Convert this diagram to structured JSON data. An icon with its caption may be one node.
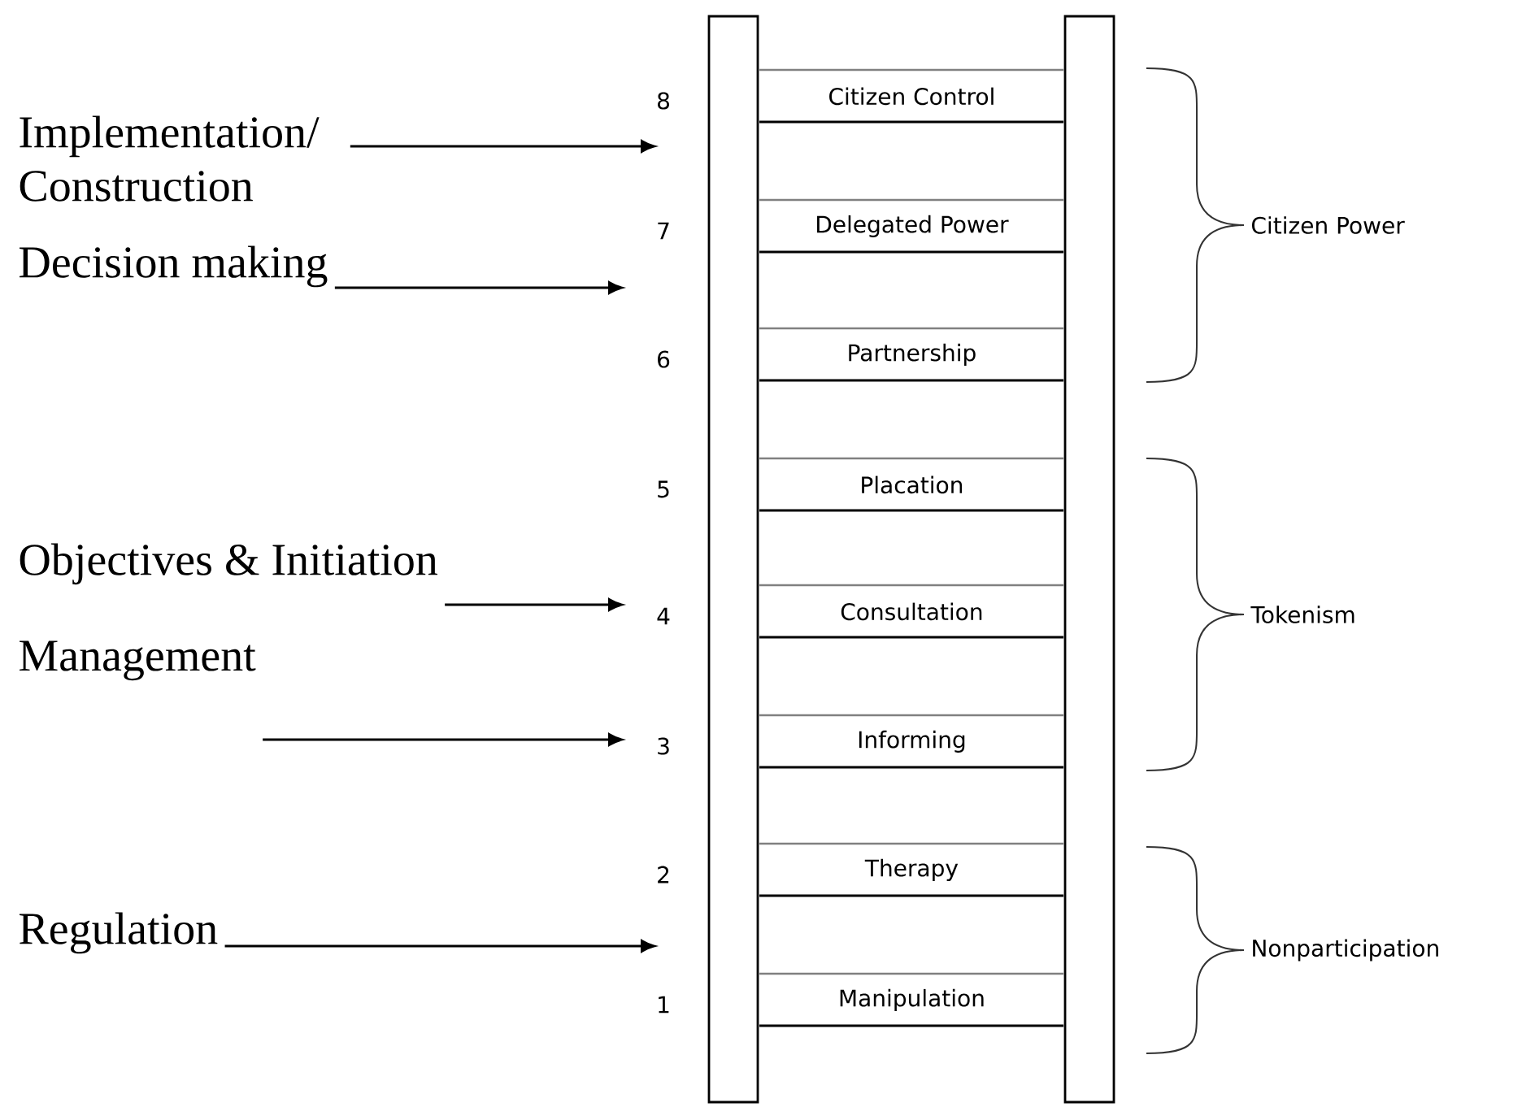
{
  "diagram": {
    "nodes": [
      {
        "text": [
          "Implementation/ Construction"
        ]
      },
      {
        "text": [
          "Decision making"
        ]
      },
      {
        "text": [
          "Objectives & Initiation"
        ]
      },
      {
        "text": [
          "Management"
        ]
      },
      {
        "text": [
          "Regulation"
        ]
      },
      {
        "text": [
          "Citizen Control"
        ],
        "beside": [
          "8"
        ]
      },
      {
        "text": [
          "Delegated Power"
        ],
        "beside": [
          "7"
        ]
      },
      {
        "text": [
          "Partnership"
        ],
        "beside": [
          "6"
        ]
      },
      {
        "text": [
          "Placation"
        ],
        "beside": [
          "5"
        ]
      },
      {
        "text": [
          "Consultation"
        ],
        "beside": [
          "4"
        ]
      },
      {
        "text": [
          "Informing"
        ],
        "beside": [
          "3"
        ]
      },
      {
        "text": [
          "Therapy"
        ],
        "beside": [
          "2"
        ]
      },
      {
        "text": [
          "Manipulation"
        ],
        "beside": [
          "1"
        ]
      }
    ],
    "edges": [
      {
        "from": 0,
        "to": null,
        "arrow": "to"
      },
      {
        "from": 1,
        "to": null,
        "arrow": "to"
      },
      {
        "from": 2,
        "to": null,
        "arrow": "to"
      },
      {
        "from": 3,
        "to": null,
        "arrow": "to"
      },
      {
        "from": 4,
        "to": null,
        "arrow": "to"
      }
    ],
    "labels": [
      "Citizen Power",
      "Tokenism",
      "Nonparticipation"
    ]
  }
}
